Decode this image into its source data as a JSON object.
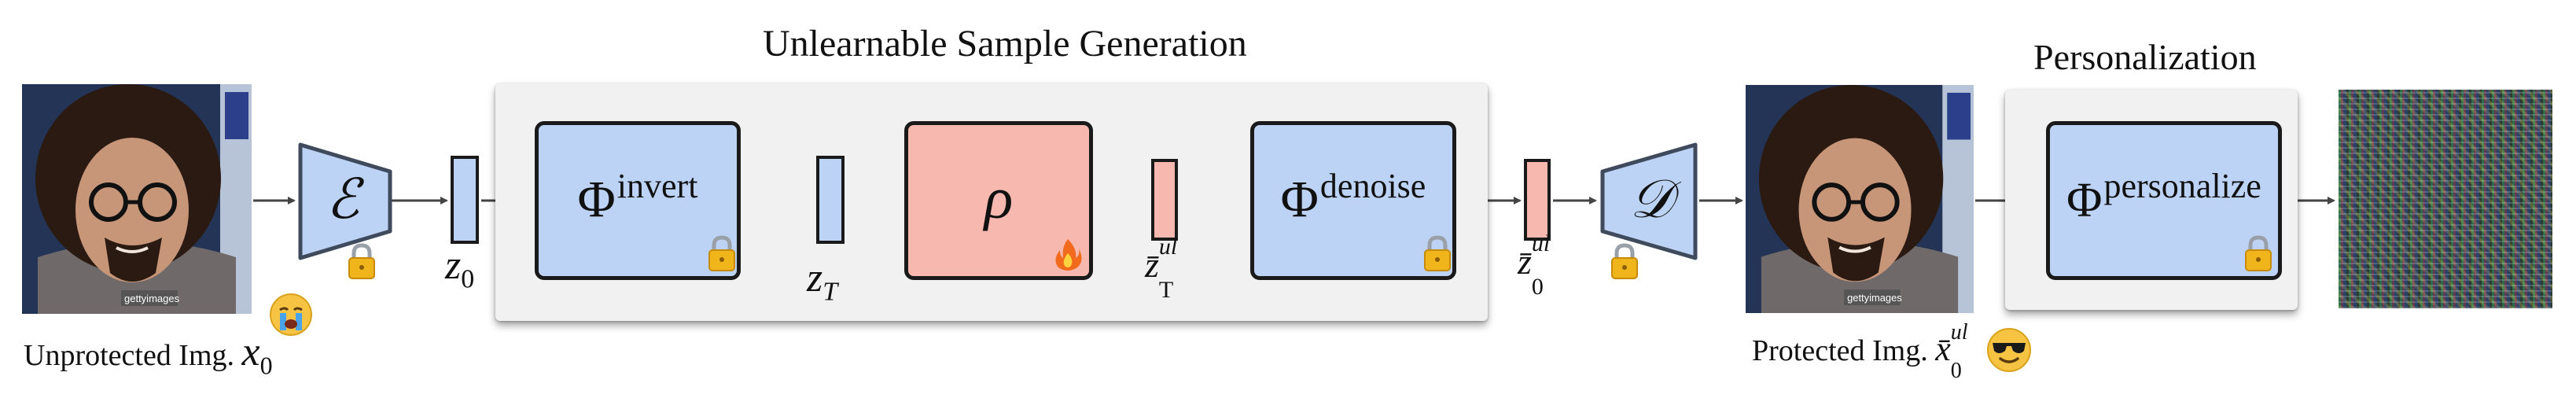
{
  "titles": {
    "generation": "Unlearnable Sample Generation",
    "personalization": "Personalization"
  },
  "modules": {
    "encoder": "ℰ",
    "decoder": "𝒟",
    "invert_base": "Φ",
    "invert_sup": "invert",
    "rho": "ρ",
    "denoise_base": "Φ",
    "denoise_sup": "denoise",
    "personalize_base": "Φ",
    "personalize_sup": "personalize"
  },
  "variables": {
    "z0": {
      "base": "z",
      "sub": "0"
    },
    "zT": {
      "base": "z",
      "sub": "T"
    },
    "zT_ul": {
      "base": "z̄",
      "sub": "T",
      "sup": "ul"
    },
    "z0_ul": {
      "base": "z̄",
      "sub": "0",
      "sup": "ul"
    }
  },
  "captions": {
    "unprotected_text": "Unprotected Img.",
    "unprotected_var_base": "x",
    "unprotected_var_sub": "0",
    "protected_text": "Protected Img.",
    "protected_var_base": "x̄",
    "protected_var_sub": "0",
    "protected_var_sup": "ul",
    "photo_watermark": "gettyimages"
  },
  "icons": {
    "lock": "lock-icon",
    "fire": "fire-icon",
    "crying": "crying-face-emoji",
    "cool": "sunglasses-face-emoji"
  },
  "colors": {
    "frozen_module": "#bcd3f5",
    "trainable_module": "#f7b8b0",
    "panel": "#f1f1f2"
  }
}
